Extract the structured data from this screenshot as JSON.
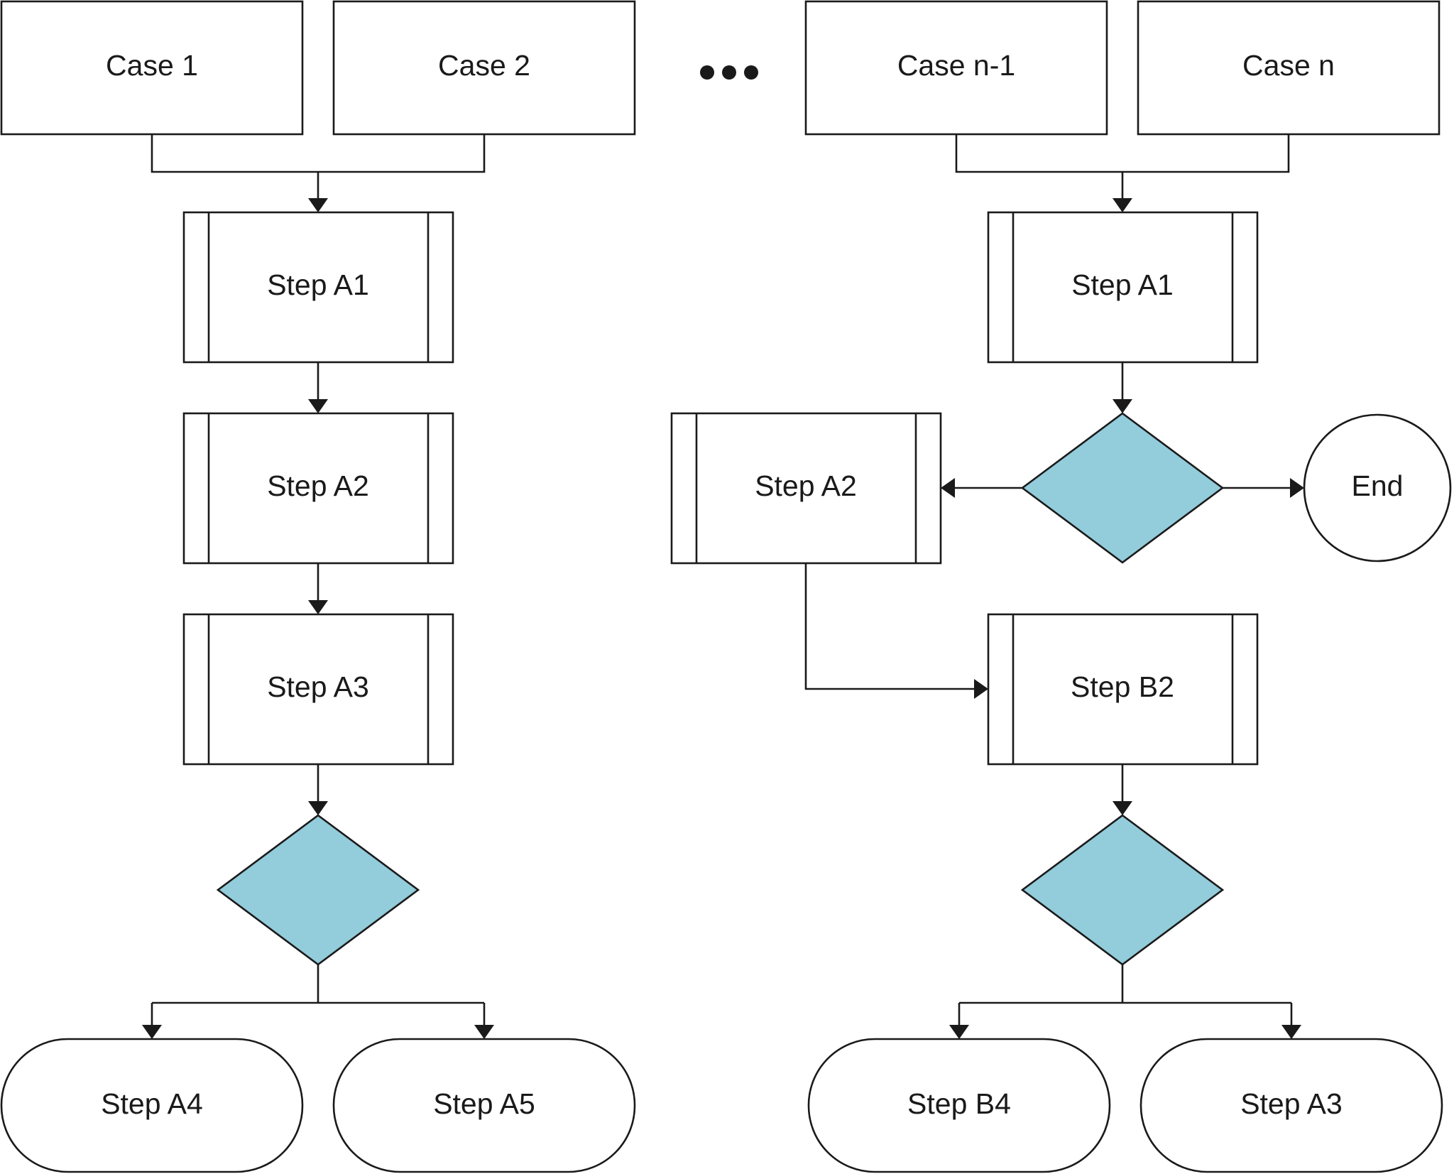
{
  "colors": {
    "stroke": "#1a1a1a",
    "background": "#ffffff",
    "decision_fill": "#93ccdb"
  },
  "left_flow": {
    "case_1": "Case 1",
    "case_2": "Case 2",
    "step_a1": "Step A1",
    "step_a2": "Step A2",
    "step_a3": "Step A3",
    "step_a4": "Step A4",
    "step_a5": "Step A5"
  },
  "right_flow": {
    "case_n_minus_1": "Case n-1",
    "case_n": "Case n",
    "step_a1": "Step A1",
    "step_a2": "Step A2",
    "end": "End",
    "step_b2": "Step B2",
    "step_b4": "Step B4",
    "step_a3": "Step A3"
  }
}
